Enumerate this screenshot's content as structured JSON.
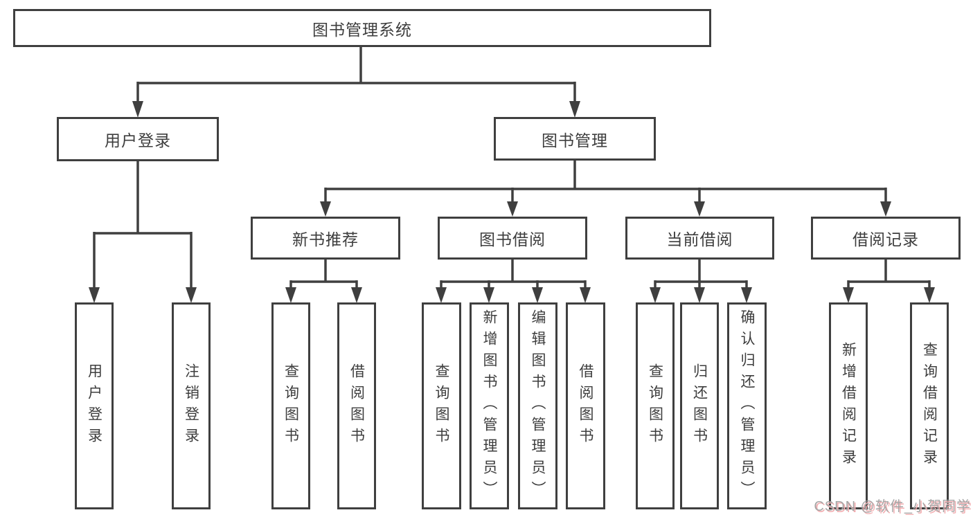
{
  "tree": {
    "root": "图书管理系统",
    "children": [
      {
        "label": "用户登录",
        "children": [
          {
            "label": "用户登录"
          },
          {
            "label": "注销登录"
          }
        ]
      },
      {
        "label": "图书管理",
        "children": [
          {
            "label": "新书推荐",
            "children": [
              {
                "label": "查询图书"
              },
              {
                "label": "借阅图书"
              }
            ]
          },
          {
            "label": "图书借阅",
            "children": [
              {
                "label": "查询图书"
              },
              {
                "label": "新增图书（管理员）"
              },
              {
                "label": "编辑图书（管理员）"
              },
              {
                "label": "借阅图书"
              }
            ]
          },
          {
            "label": "当前借阅",
            "children": [
              {
                "label": "查询图书"
              },
              {
                "label": "归还图书"
              },
              {
                "label": "确认归还（管理员）"
              }
            ]
          },
          {
            "label": "借阅记录",
            "children": [
              {
                "label": "新增借阅记录"
              },
              {
                "label": "查询借阅记录"
              }
            ]
          }
        ]
      }
    ]
  },
  "watermark": {
    "text": "CSDN @软件_小贺同学"
  },
  "colors": {
    "background": "#ffffff",
    "line": "#3f3f3f",
    "box_border": "#3f3f3f",
    "text": "#3d3d3d",
    "watermark_text": "#a6a6a6",
    "watermark_shadow": "#f2aeb1"
  }
}
